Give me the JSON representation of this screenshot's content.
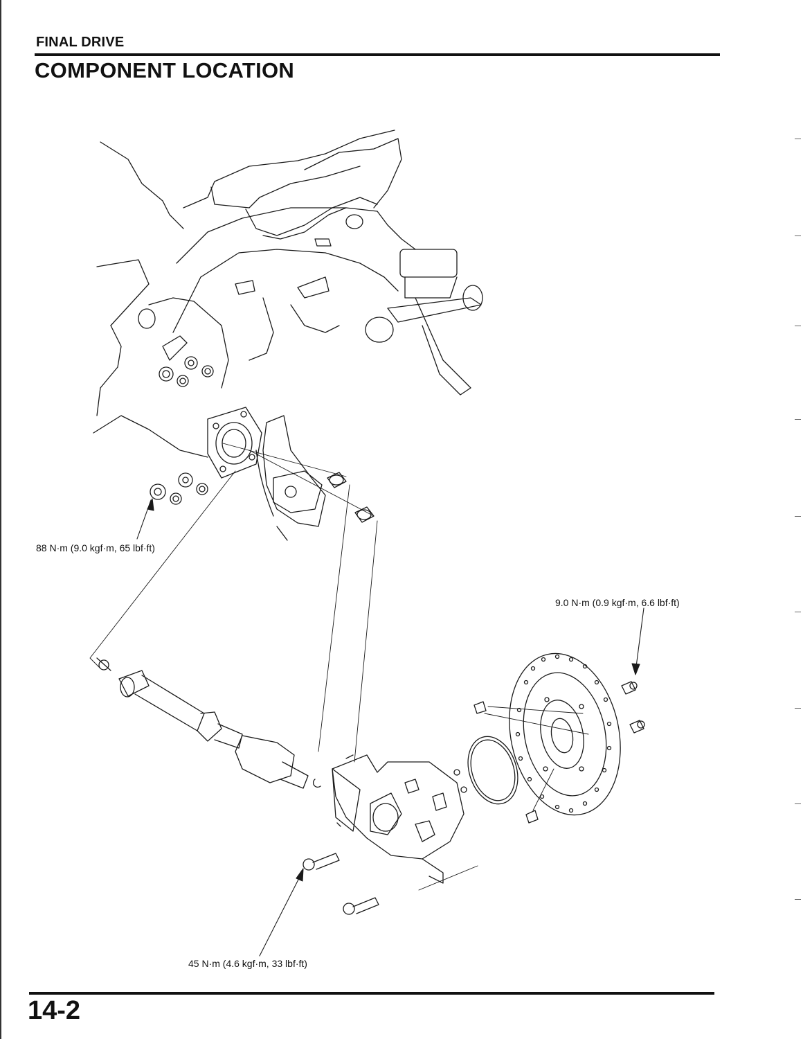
{
  "header": {
    "section": "FINAL DRIVE",
    "title": "COMPONENT LOCATION"
  },
  "callouts": {
    "torque_upper_left": "88 N·m (9.0 kgf·m, 65 lbf·ft)",
    "torque_disc_bolts": "9.0 N·m (0.9 kgf·m, 6.6 lbf·ft)",
    "torque_lower_bolts": "45 N·m (4.6 kgf·m, 33 lbf·ft)"
  },
  "footer": {
    "page_number": "14-2"
  }
}
